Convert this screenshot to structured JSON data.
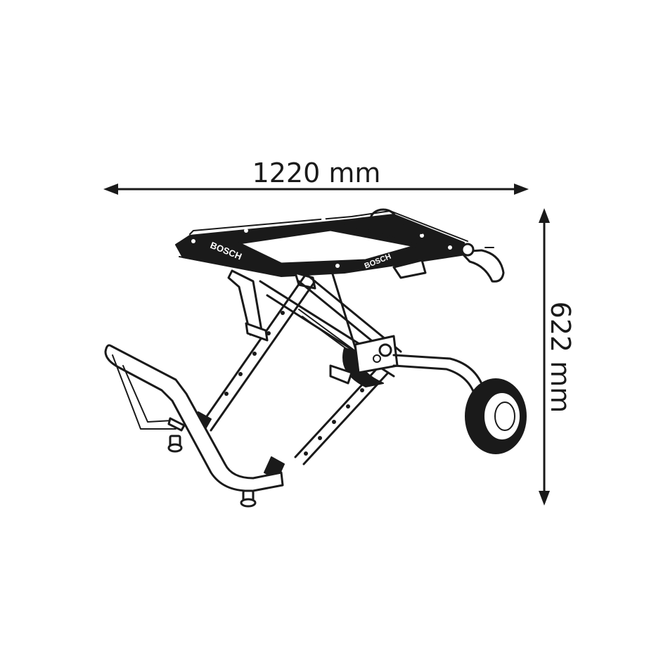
{
  "dimensions": {
    "width_label": "1220 mm",
    "height_label": "622 mm"
  },
  "product": {
    "brand_left": "BOSCH",
    "brand_right": "BOSCH"
  },
  "colors": {
    "line": "#1a1a1a",
    "background": "#ffffff"
  }
}
